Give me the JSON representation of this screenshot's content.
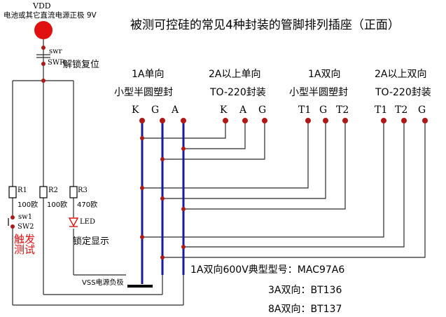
{
  "title": "被测可控硅的常见4种封装的管脚排列插座（正面）",
  "vdd": {
    "name": "VDD",
    "desc": "电池或其它直流电源正极 9V"
  },
  "switches": {
    "swr": "swr",
    "swr2": "SWR",
    "unlock": "解锁复位",
    "sw1": "sw1",
    "sw2": "SW2",
    "trigger_line1": "触发",
    "trigger_line2": "测试"
  },
  "resistors": [
    {
      "name": "R1",
      "value": "100欧"
    },
    {
      "name": "R2",
      "value": "100欧"
    },
    {
      "name": "R3",
      "value": "470欧"
    }
  ],
  "led": {
    "name": "LED",
    "label": "锁定显示"
  },
  "vss": "VSS电源负极",
  "packages": [
    {
      "line1": "1A单向",
      "line2": "小型半圆塑封",
      "pins": [
        "K",
        "G",
        "A"
      ]
    },
    {
      "line1": "2A以上单向",
      "line2": "TO-220封装",
      "pins": [
        "K",
        "A",
        "G"
      ]
    },
    {
      "line1": "1A双向",
      "line2": "小型半圆塑封",
      "pins": [
        "T1",
        "G",
        "T2"
      ]
    },
    {
      "line1": "2A以上双向",
      "line2": "TO-220封装",
      "pins": [
        "T1",
        "T2",
        "G"
      ]
    }
  ],
  "models": [
    {
      "label": "1A双向600V典型型号：",
      "value": "MAC97A6"
    },
    {
      "label": "3A双向：",
      "value": "BT136"
    },
    {
      "label": "8A双向：",
      "value": "BT137"
    }
  ],
  "colors": {
    "wire": "#2a2a2a",
    "bus": "#1a1aa0",
    "dot": "#b01818",
    "vdd": "#e01010",
    "accent": "#d11"
  }
}
